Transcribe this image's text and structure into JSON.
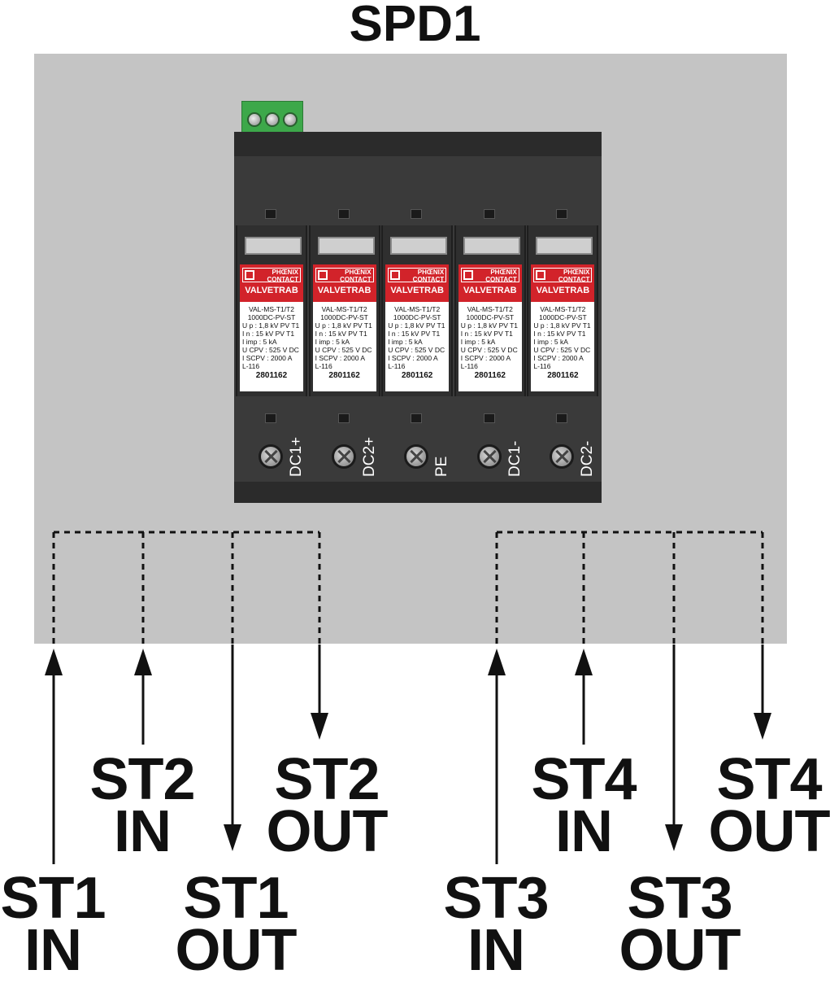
{
  "title": "SPD1",
  "module": {
    "brand": "PHŒNIX CONTACT",
    "name": "VALVETRAB",
    "type_line1": "VAL-MS-T1/T2",
    "type_line2": "1000DC-PV-ST",
    "up": "U p : 1,8 kV PV T1",
    "in": "I n : 15 kV PV T1",
    "iimp": "I imp : 5 kA",
    "ucpv": "U CPV : 525 V DC",
    "iscpv": "I SCPV : 2000 A",
    "cert": "L-116",
    "part_no": "2801162"
  },
  "terminals": [
    "DC1+",
    "DC2+",
    "PE",
    "DC1-",
    "DC2-"
  ],
  "labels": {
    "st1_in": [
      "ST1",
      "IN"
    ],
    "st1_out": [
      "ST1",
      "OUT"
    ],
    "st2_in": [
      "ST2",
      "IN"
    ],
    "st2_out": [
      "ST2",
      "OUT"
    ],
    "st3_in": [
      "ST3",
      "IN"
    ],
    "st3_out": [
      "ST3",
      "OUT"
    ],
    "st4_in": [
      "ST4",
      "IN"
    ],
    "st4_out": [
      "ST4",
      "OUT"
    ]
  }
}
